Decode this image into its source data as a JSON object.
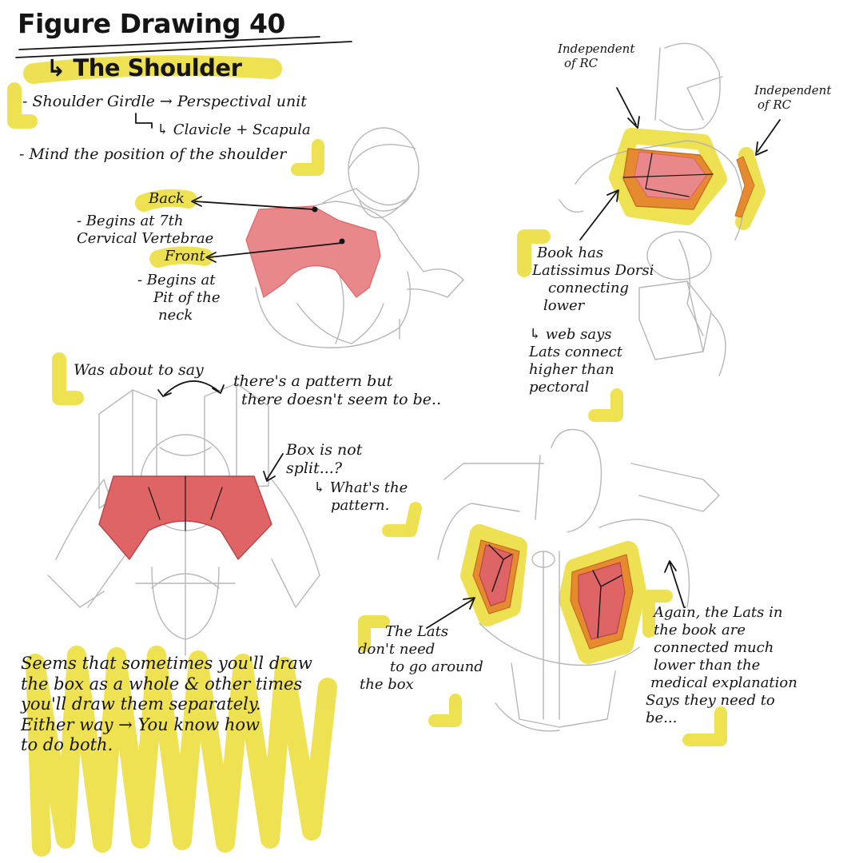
{
  "colors": {
    "highlight": "#ede04a",
    "fill_light": "#e8888a",
    "fill_dark": "#df6466",
    "orange": "#e58a2e",
    "ink": "#151515",
    "pencil": "#b0b0b0"
  },
  "header": {
    "title": "Figure Drawing 40",
    "subtitle_arrow": "↳",
    "subtitle": "The Shoulder"
  },
  "intro": {
    "girdle": "- Shoulder Girdle → Perspectival unit",
    "girdle_sub": "↳ Clavicle + Scapula",
    "mind": "- Mind the position of the shoulder"
  },
  "front_view": {
    "back_label": "Back",
    "back_note": [
      "- Begins at 7th",
      "Cervical Vertebrae"
    ],
    "front_label": "Front",
    "front_note": [
      "- Begins at",
      "Pit of the",
      "neck"
    ]
  },
  "pattern": {
    "was_about": "Was about to say",
    "theres": [
      "there's a pattern but",
      "there doesn't seem to be.."
    ],
    "box_split": [
      "Box is not",
      "split...?"
    ],
    "whats_pattern": [
      "↳ What's the",
      "pattern."
    ]
  },
  "top_right": {
    "independent_left": [
      "Independent",
      "of RC"
    ],
    "independent_right": [
      "Independent",
      "of RC"
    ],
    "book_lats": [
      "Book has",
      "Latissimus Dorsi",
      "connecting",
      "lower"
    ],
    "web_says": [
      "↳ web says",
      "Lats connect",
      "higher than",
      "pectoral"
    ]
  },
  "bottom": {
    "lats_note": [
      "The Lats",
      "don't need",
      "to go around",
      "the box"
    ],
    "again_note": [
      "Again, the Lats in",
      "the book are",
      "connected much",
      "lower than the",
      "medical explanation",
      "Says they need to",
      "be..."
    ],
    "conclusion": [
      "Seems that sometimes you'll draw",
      "the box as a whole & other times",
      "you'll draw them separately.",
      "Either way → You know how",
      "to do both."
    ]
  }
}
